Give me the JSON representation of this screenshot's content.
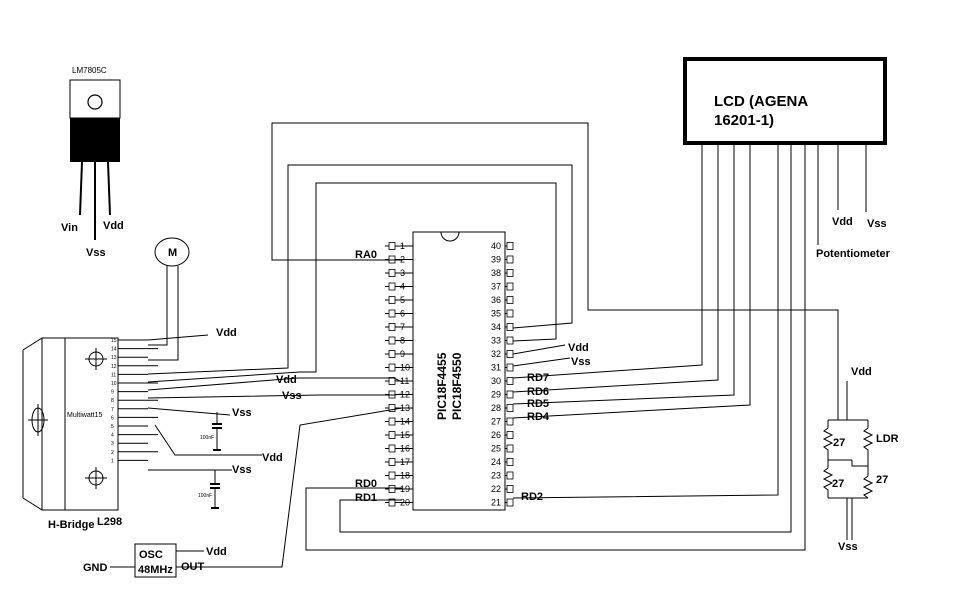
{
  "regulator": {
    "part": "LM7805C",
    "pins": [
      "Vin",
      "Vss",
      "Vdd"
    ]
  },
  "motor": {
    "label": "M"
  },
  "hbridge": {
    "caption": "H-Bridge",
    "part": "L298",
    "package": "Multiwatt15",
    "cap_label": "100nF",
    "pins": [
      "15",
      "14",
      "13",
      "12",
      "11",
      "10",
      "9",
      "8",
      "7",
      "6",
      "5",
      "4",
      "3",
      "2",
      "1"
    ],
    "nets": {
      "vdd_top": "Vdd",
      "vss_1": "Vss",
      "vdd_2": "Vdd",
      "vss_2": "Vss"
    }
  },
  "mcu": {
    "name_line1": "PIC18F4455",
    "name_line2": "PIC18F4550",
    "left_pins": [
      "1",
      "2",
      "3",
      "4",
      "5",
      "6",
      "7",
      "8",
      "9",
      "10",
      "11",
      "12",
      "13",
      "14",
      "15",
      "16",
      "17",
      "18",
      "19",
      "20"
    ],
    "right_pins": [
      "40",
      "39",
      "38",
      "37",
      "36",
      "35",
      "34",
      "33",
      "32",
      "31",
      "30",
      "29",
      "28",
      "27",
      "26",
      "25",
      "24",
      "23",
      "22",
      "21"
    ],
    "left_labels": {
      "ra0": "RA0",
      "vdd": "Vdd",
      "vss": "Vss",
      "rd0": "RD0",
      "rd1": "RD1"
    },
    "right_labels": {
      "vdd": "Vdd",
      "vss": "Vss",
      "rd7": "RD7",
      "rd6": "RD6",
      "rd5": "RD5",
      "rd4": "RD4",
      "rd2": "RD2"
    }
  },
  "oscillator": {
    "line1": "OSC",
    "line2": "48MHz",
    "gnd": "GND",
    "out": "OUT",
    "vdd": "Vdd"
  },
  "lcd": {
    "line1": "LCD (AGENA",
    "line2": "16201-1)",
    "vdd": "Vdd",
    "vss": "Vss",
    "pot": "Potentiometer"
  },
  "sensor": {
    "vdd": "Vdd",
    "vss": "Vss",
    "r1": "27",
    "r2": "27",
    "r3": "27",
    "ldr": "LDR"
  }
}
